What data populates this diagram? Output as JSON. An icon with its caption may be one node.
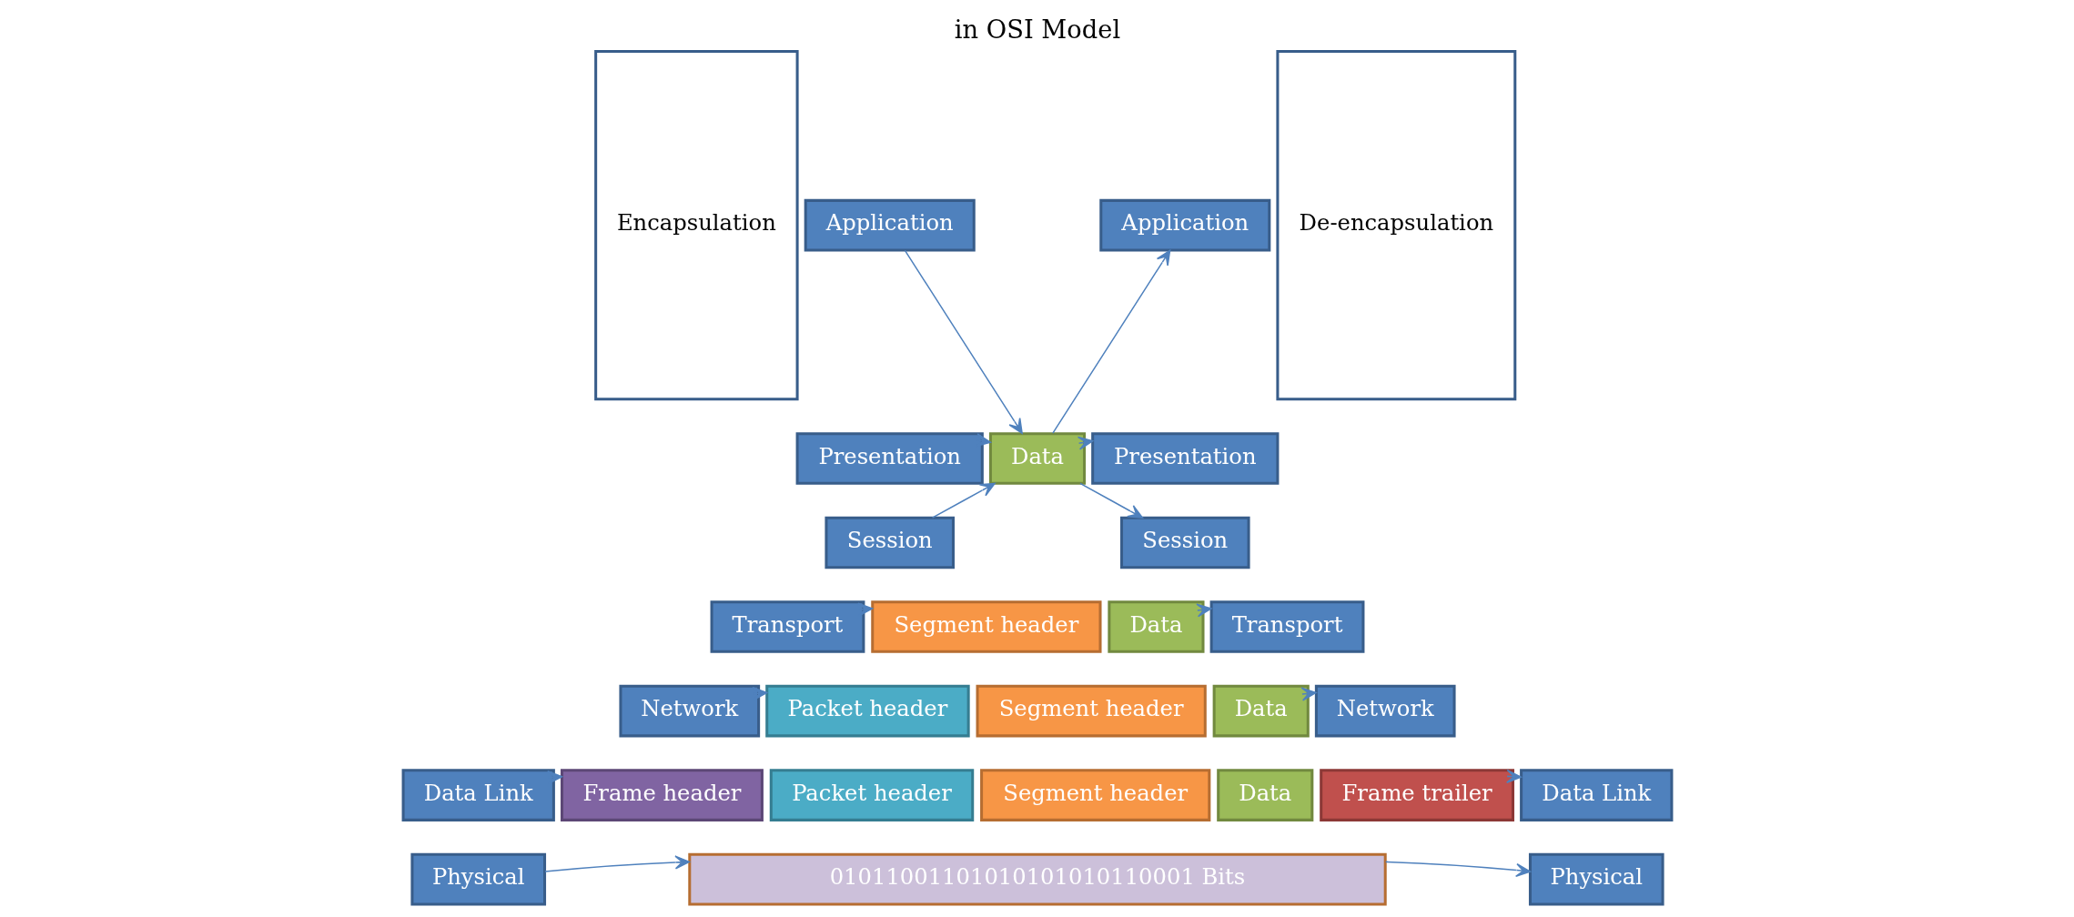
{
  "diagram": {
    "title": "in OSI Model",
    "nodes": [
      {
        "text": [
          "Application"
        ]
      },
      {
        "text": [
          "Presentation"
        ]
      },
      {
        "text": [
          "Session"
        ]
      },
      {
        "text": [
          "Transport"
        ]
      },
      {
        "text": [
          "Network"
        ]
      },
      {
        "text": [
          "Data Link"
        ]
      },
      {
        "text": [
          "Physical"
        ]
      },
      {
        "text": [
          "Data"
        ]
      },
      {
        "text": [
          "Segment header"
        ]
      },
      {
        "text": [
          "Data"
        ]
      },
      {
        "text": [
          "Packet header"
        ]
      },
      {
        "text": [
          "Segment header"
        ]
      },
      {
        "text": [
          "Data"
        ]
      },
      {
        "text": [
          "Frame header"
        ]
      },
      {
        "text": [
          "Packet header"
        ]
      },
      {
        "text": [
          "Segment header"
        ]
      },
      {
        "text": [
          "Data"
        ]
      },
      {
        "text": [
          "Frame trailer"
        ]
      },
      {
        "text": [
          "01011001101010101010110001 Bits"
        ]
      },
      {
        "text": [
          "Application"
        ]
      },
      {
        "text": [
          "Presentation"
        ]
      },
      {
        "text": [
          "Session"
        ]
      },
      {
        "text": [
          "Transport"
        ]
      },
      {
        "text": [
          "Network"
        ]
      },
      {
        "text": [
          "Data Link"
        ]
      },
      {
        "text": [
          "Physical"
        ]
      },
      {
        "text": [
          "Encapsulation"
        ]
      },
      {
        "text": [
          "De-encapsulation"
        ]
      }
    ],
    "edges": [
      {
        "from": 0,
        "to": 7,
        "arrow": "to"
      },
      {
        "from": 1,
        "to": 7,
        "arrow": "to"
      },
      {
        "from": 2,
        "to": 7,
        "arrow": "to"
      },
      {
        "from": 7,
        "to": 19,
        "arrow": "to"
      },
      {
        "from": 7,
        "to": 20,
        "arrow": "to"
      },
      {
        "from": 7,
        "to": 21,
        "arrow": "to"
      },
      {
        "from": 3,
        "to": 8,
        "arrow": "to"
      },
      {
        "from": 9,
        "to": 22,
        "arrow": "to"
      },
      {
        "from": 4,
        "to": 10,
        "arrow": "to"
      },
      {
        "from": 12,
        "to": 23,
        "arrow": "to"
      },
      {
        "from": 5,
        "to": 13,
        "arrow": "to"
      },
      {
        "from": 17,
        "to": 24,
        "arrow": "to"
      },
      {
        "from": 6,
        "to": 18,
        "arrow": "to"
      },
      {
        "from": 18,
        "to": 25,
        "arrow": "to"
      }
    ]
  }
}
